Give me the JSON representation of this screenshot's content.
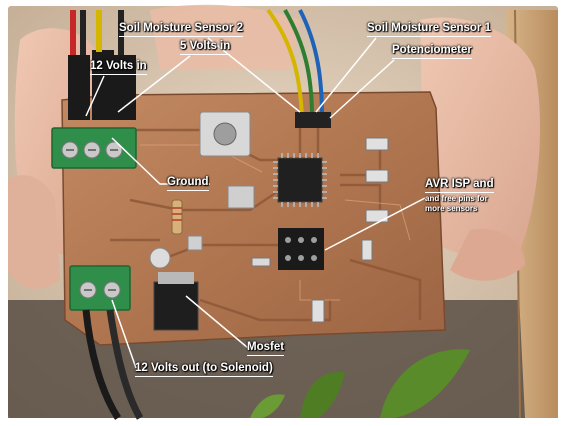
{
  "colors": {
    "frame": "#ffffff",
    "pcb_copper": "#b77b55",
    "pcb_dark": "#6e3f26",
    "terminal_green": "#2f8f4a",
    "skin": "#e4b8a2",
    "leaf_green": "#5a8b2a",
    "label_text": "#ffffff"
  },
  "labels": {
    "soil2": "Soil Moisture Sensor 2",
    "soil1": "Soil Moisture Sensor 1",
    "five_volts": "5 Volts in",
    "twelve_in": "12 Volts in",
    "potenciometer": "Potenciometer",
    "ground": "Ground",
    "avr": "AVR ISP and",
    "avr_note_1": "and free pins for",
    "avr_note_2": "more sensors",
    "mosfet": "Mosfet",
    "twelve_out": "12 Volts out (to Solenoid)"
  }
}
